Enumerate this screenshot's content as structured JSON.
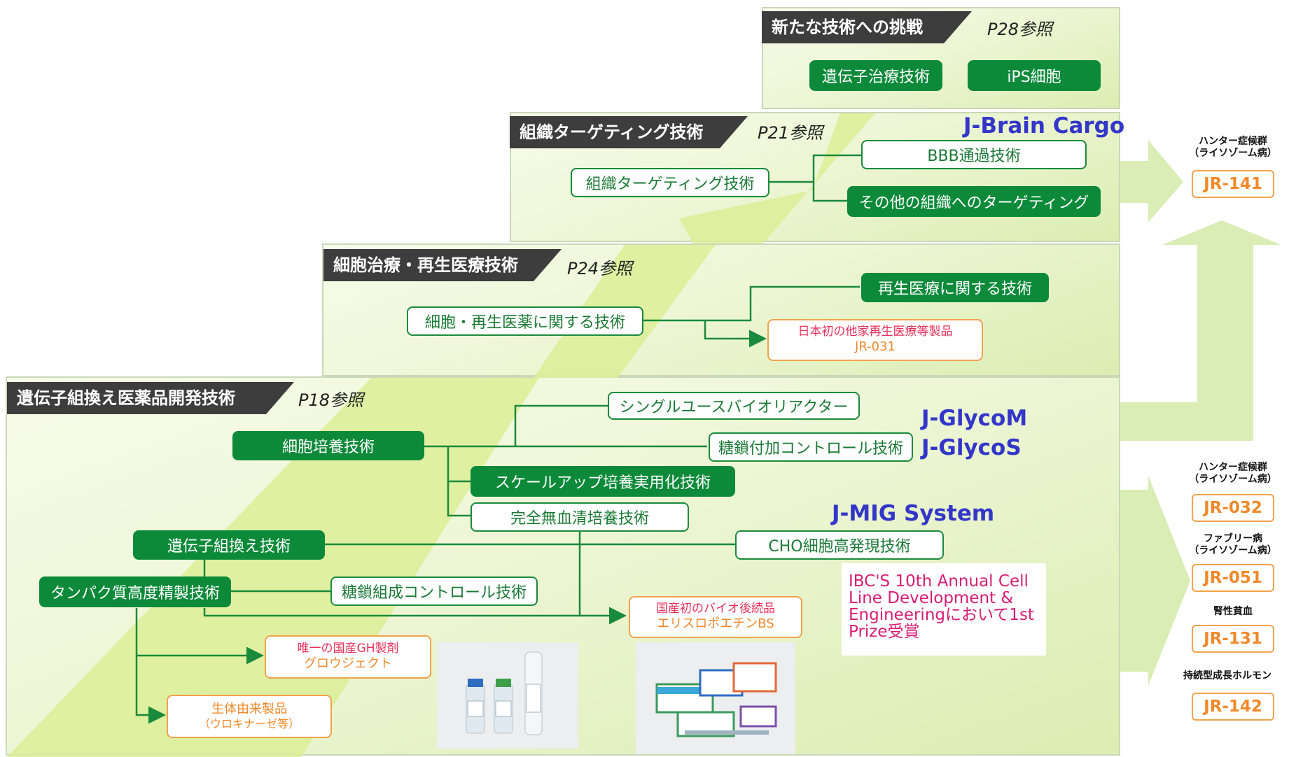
{
  "panels": {
    "challenge": {
      "title": "新たな技術への挑戦",
      "ref": "P28参照",
      "items": [
        "遺伝子治療技術",
        "iPS細胞"
      ]
    },
    "targeting": {
      "title": "組織ターゲティング技術",
      "ref": "P21参照",
      "brand": "J-Brain Cargo",
      "source": "組織ターゲティング技術",
      "bbb": "BBB通過技術",
      "other": "その他の組織へのターゲティング"
    },
    "cell_therapy": {
      "title": "細胞治療・再生医療技術",
      "ref": "P24参照",
      "source": "細胞・再生医薬に関する技術",
      "regen": "再生医療に関する技術",
      "product_line1": "日本初の他家再生医療等製品",
      "product_line2": "JR-031"
    },
    "recombinant": {
      "title": "遺伝子組換え医薬品開発技術",
      "ref": "P18参照",
      "cell_culture": "細胞培養技術",
      "single_use": "シングルユースバイオリアクター",
      "glycan_control": "糖鎖付加コントロール技術",
      "scale_up": "スケールアップ培養実用化技術",
      "serum_free": "完全無血清培養技術",
      "gene_recomb": "遺伝子組換え技術",
      "cho": "CHO細胞高発現技術",
      "protein_purif": "タンパク質高度精製技術",
      "glycan_comp": "糖鎖組成コントロール技術",
      "brand_glycom": "J-GlycoM",
      "brand_glycos": "J-GlycoS",
      "brand_mig": "J-MIG System",
      "award": "IBC'S 10th Annual Cell Line Development & Engineeringにおいて1st Prize受賞",
      "biosimilar_line1": "国産初のバイオ後続品",
      "biosimilar_line2": "エリスロポエチンBS",
      "gh_line1": "唯一の国産GH製剤",
      "gh_line2": "グロウジェクト",
      "bio_line1": "生体由来製品",
      "bio_line2": "（ウロキナーゼ等）"
    }
  },
  "pipeline_top": {
    "caption1": "ハンター症候群",
    "caption2": "（ライソゾーム病）",
    "code": "JR-141"
  },
  "pipeline_bottom": [
    {
      "caption1": "ハンター症候群",
      "caption2": "（ライソゾーム病）",
      "code": "JR-032"
    },
    {
      "caption1": "ファブリー病",
      "caption2": "（ライソゾーム病）",
      "code": "JR-051"
    },
    {
      "caption1": "腎性貧血",
      "caption2": "",
      "code": "JR-131"
    },
    {
      "caption1": "持続型成長ホルモン",
      "caption2": "",
      "code": "JR-142"
    }
  ],
  "colors": {
    "green": "#0c8a3a",
    "orange": "#f2a24b",
    "brand_blue": "#3336c9",
    "award_pink": "#d81d74",
    "arrow": "#d6ebb0"
  }
}
